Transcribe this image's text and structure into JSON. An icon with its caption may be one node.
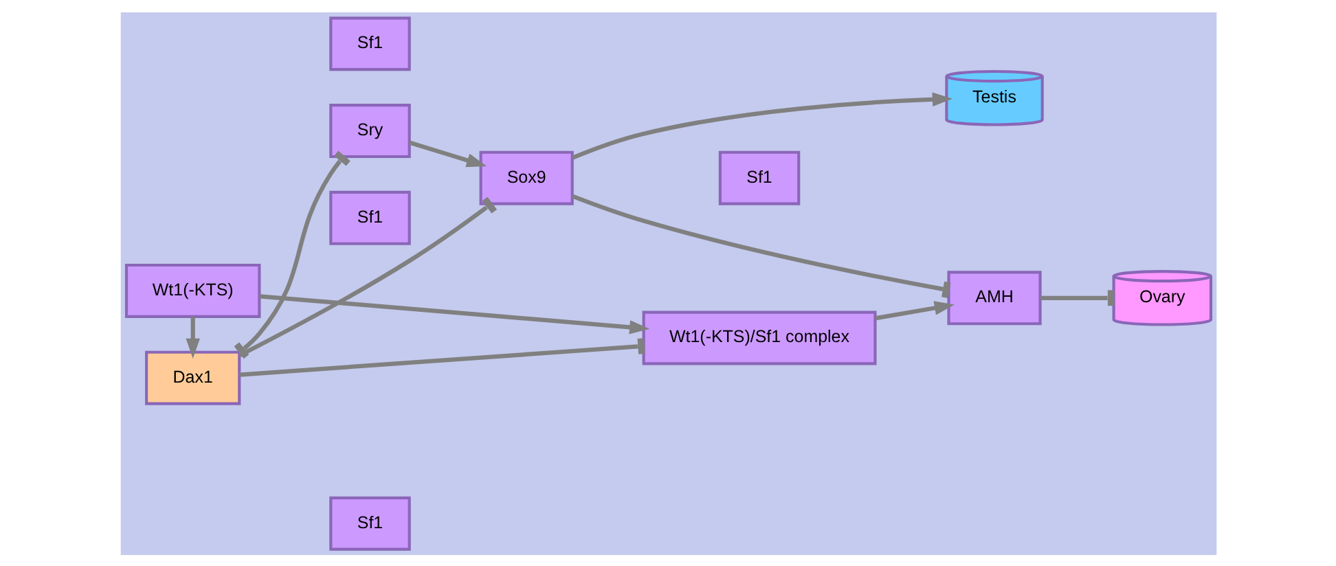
{
  "diagram": {
    "nodes": [
      {
        "text": [
          "Dax1"
        ]
      },
      {
        "text": [
          "Sry"
        ]
      },
      {
        "text": [
          "Sf1"
        ]
      },
      {
        "text": [
          "Sox9"
        ]
      },
      {
        "text": [
          "Testis"
        ]
      },
      {
        "text": [
          "Sf1"
        ]
      },
      {
        "text": [
          "Sf1"
        ]
      },
      {
        "text": [
          "AMH"
        ]
      },
      {
        "text": [
          "Ovary"
        ]
      },
      {
        "text": [
          "Wt1(-KTS)"
        ]
      },
      {
        "text": [
          "Wt1(-KTS)/Sf1 complex"
        ]
      },
      {
        "text": [
          "Sf1"
        ]
      }
    ],
    "edges": [
      {
        "from": 0,
        "to": 1,
        "arrow": "other"
      },
      {
        "from": 1,
        "to": 3,
        "arrow": "to"
      },
      {
        "from": 3,
        "to": 4,
        "arrow": "to"
      },
      {
        "from": 0,
        "to": 3,
        "arrow": "other"
      },
      {
        "from": 3,
        "to": 7,
        "arrow": "other"
      },
      {
        "from": 7,
        "to": 8,
        "arrow": "other"
      },
      {
        "from": 9,
        "to": 0,
        "arrow": "to"
      },
      {
        "from": 0,
        "to": 10,
        "arrow": "other"
      },
      {
        "from": 9,
        "to": 10,
        "arrow": "to"
      },
      {
        "from": 10,
        "to": 7,
        "arrow": "to"
      }
    ]
  }
}
